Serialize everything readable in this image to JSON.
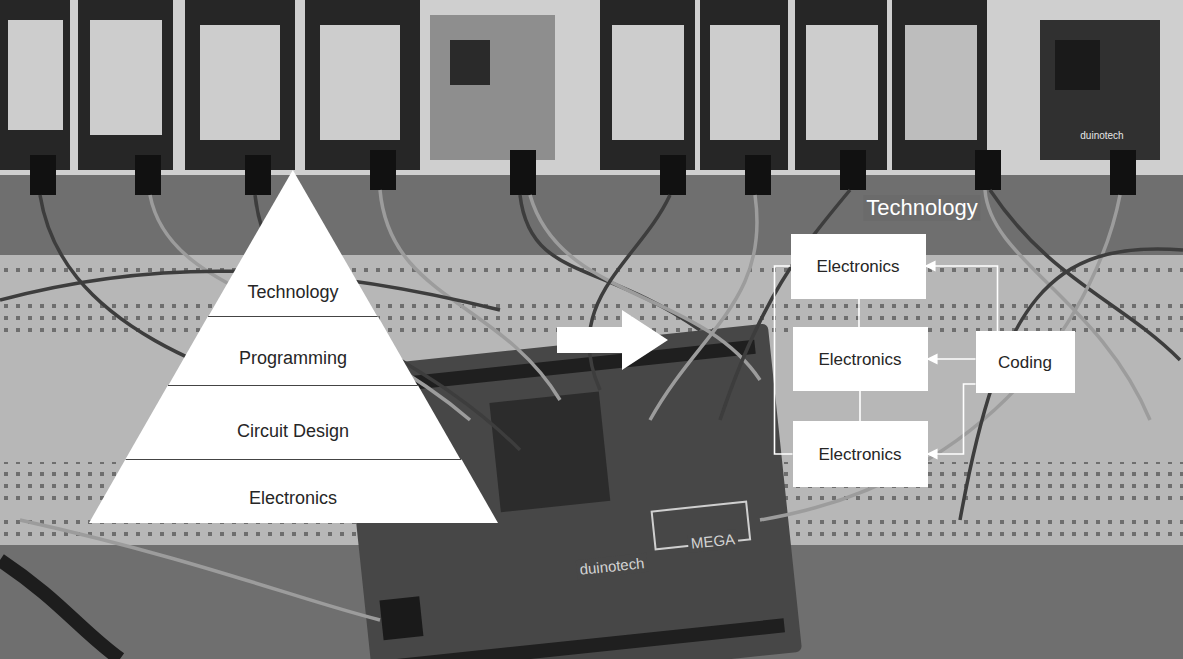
{
  "diagram": {
    "nodes": [
      {
        "text": [
          "Technology"
        ]
      },
      {
        "text": [
          "Programming"
        ]
      },
      {
        "text": [
          "Circuit Design"
        ]
      },
      {
        "text": [
          "Electronics"
        ]
      },
      {
        "text": [
          "Electronics"
        ]
      },
      {
        "text": [
          "Electronics"
        ]
      },
      {
        "text": [
          "Electronics"
        ]
      },
      {
        "text": [
          "Coding"
        ]
      }
    ],
    "edges": [
      {
        "from": 4,
        "to": 5,
        "arrow": "none"
      },
      {
        "from": 5,
        "to": 6,
        "arrow": "none"
      },
      {
        "from": 4,
        "to": 6,
        "arrow": "none"
      },
      {
        "from": 7,
        "to": 4,
        "arrow": "to"
      },
      {
        "from": 7,
        "to": 5,
        "arrow": "to"
      },
      {
        "from": 7,
        "to": 6,
        "arrow": "to"
      }
    ],
    "labels": [
      "Technology",
      "duinotech",
      "duinotech",
      "MEGA"
    ]
  }
}
